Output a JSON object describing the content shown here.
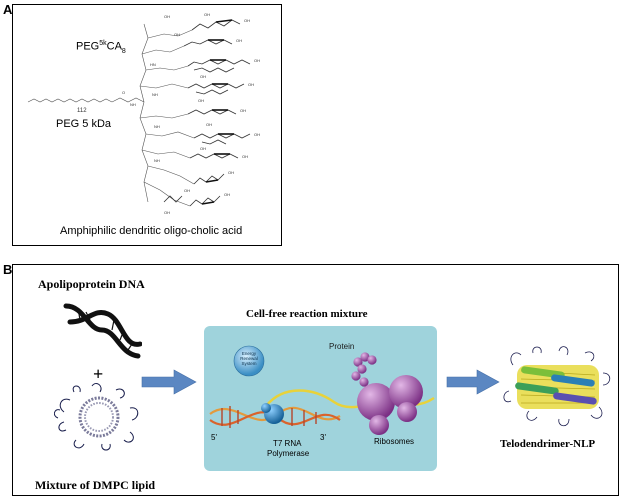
{
  "panel_a": {
    "letter": "A",
    "title_base": "PEG",
    "title_sup": "5k",
    "title_mid": "CA",
    "title_sub": "8",
    "peg_label": "PEG 5 kDa",
    "peg_repeat": "112",
    "caption": "Amphiphilic dendritic oligo-cholic acid"
  },
  "panel_b": {
    "letter": "B",
    "dna_label": "Apolipoprotein DNA",
    "plus": "+",
    "lipid_label": "Mixture of DMPC lipid",
    "reaction_title": "Cell-free reaction mixture",
    "energy_label": "Energy Renewal System",
    "protein_label": "Protein",
    "five_prime": "5'",
    "three_prime": "3'",
    "polymerase_label_1": "T7 RNA",
    "polymerase_label_2": "Polymerase",
    "ribosomes_label": "Ribosomes",
    "product_label": "Telodendrimer-NLP"
  },
  "colors": {
    "arrow": "#5b87c2",
    "reaction_bg": "#9fd3dc",
    "ribosome": "#9a4fa0",
    "polymerase": "#2a7fb5",
    "dna_orange": "#e39a3c",
    "mrna": "#e8d23a"
  }
}
